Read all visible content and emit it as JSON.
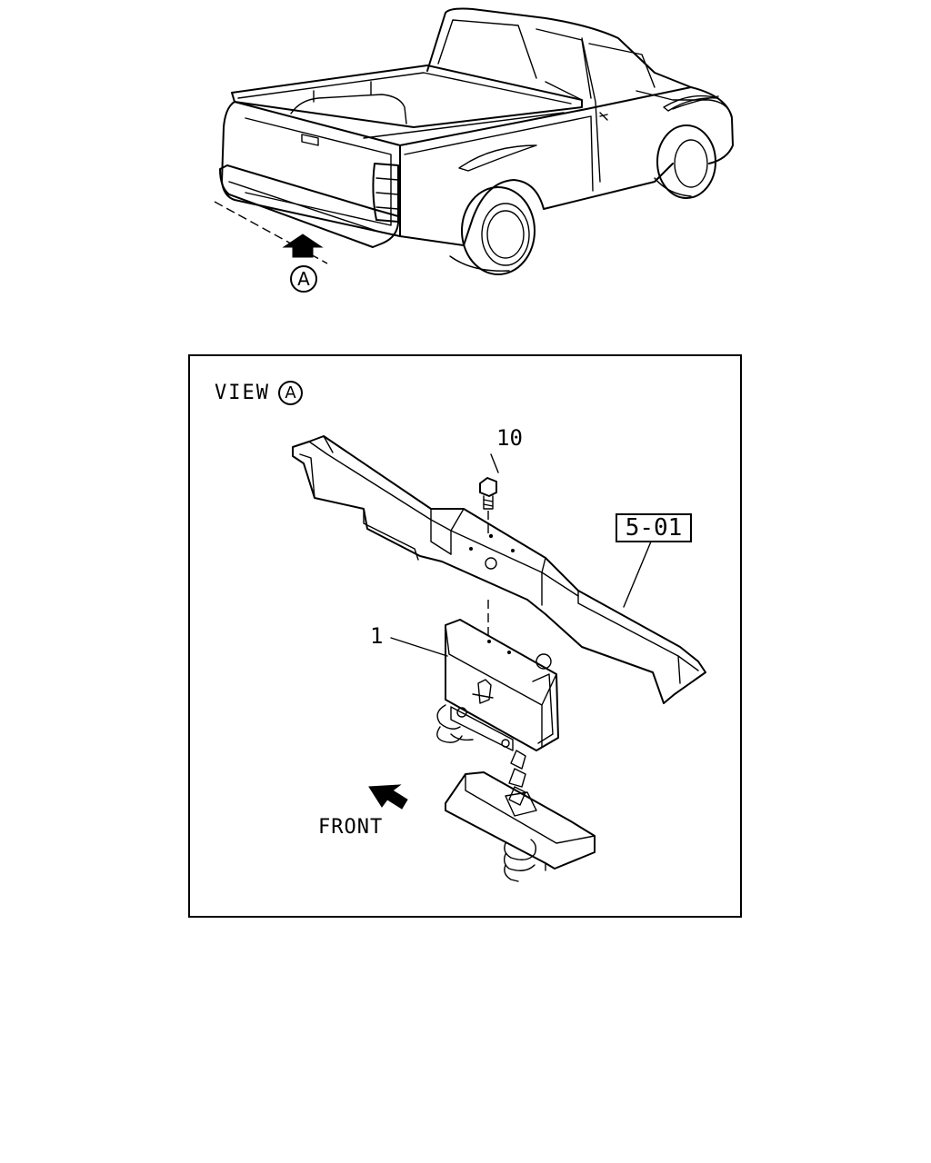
{
  "view_marker_top": "A",
  "view_title": {
    "label": "VIEW",
    "marker": "A"
  },
  "callouts": {
    "bolt": "10",
    "assembly": "1",
    "reference": "5-01"
  },
  "front_label": "FRONT"
}
